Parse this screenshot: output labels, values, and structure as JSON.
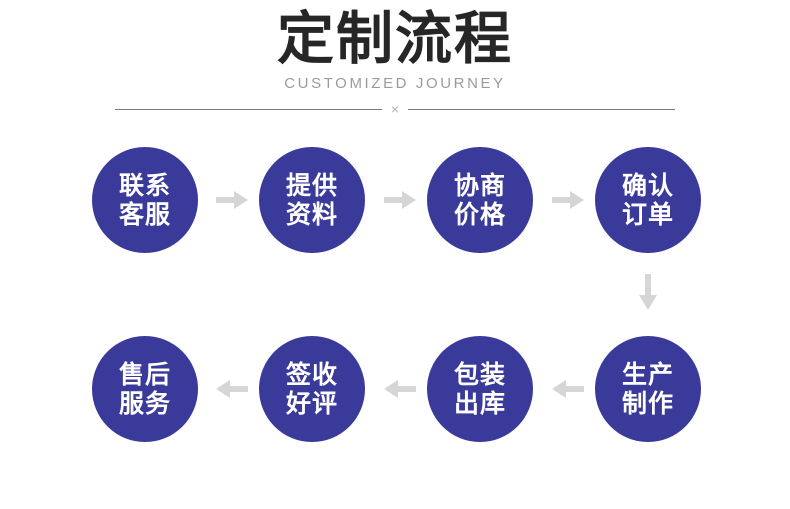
{
  "header": {
    "title": "定制流程",
    "subtitle": "CUSTOMIZED JOURNEY",
    "divider_mark": "×"
  },
  "colors": {
    "node_fill": "#3a3a9a",
    "node_text": "#ffffff",
    "arrow": "#d6d6d6",
    "title": "#262626",
    "subtitle": "#9b9b9b",
    "rule": "#7b7b7b",
    "background": "#ffffff"
  },
  "flow": {
    "row1": [
      {
        "step": 1,
        "line1": "联系",
        "line2": "客服"
      },
      {
        "step": 2,
        "line1": "提供",
        "line2": "资料"
      },
      {
        "step": 3,
        "line1": "协商",
        "line2": "价格"
      },
      {
        "step": 4,
        "line1": "确认",
        "line2": "订单"
      }
    ],
    "row2": [
      {
        "step": 8,
        "line1": "售后",
        "line2": "服务"
      },
      {
        "step": 7,
        "line1": "签收",
        "line2": "好评"
      },
      {
        "step": 6,
        "line1": "包装",
        "line2": "出库"
      },
      {
        "step": 5,
        "line1": "生产",
        "line2": "制作"
      }
    ],
    "connectors": {
      "row1_direction": "right",
      "row2_direction": "left",
      "vertical_direction": "down"
    }
  }
}
